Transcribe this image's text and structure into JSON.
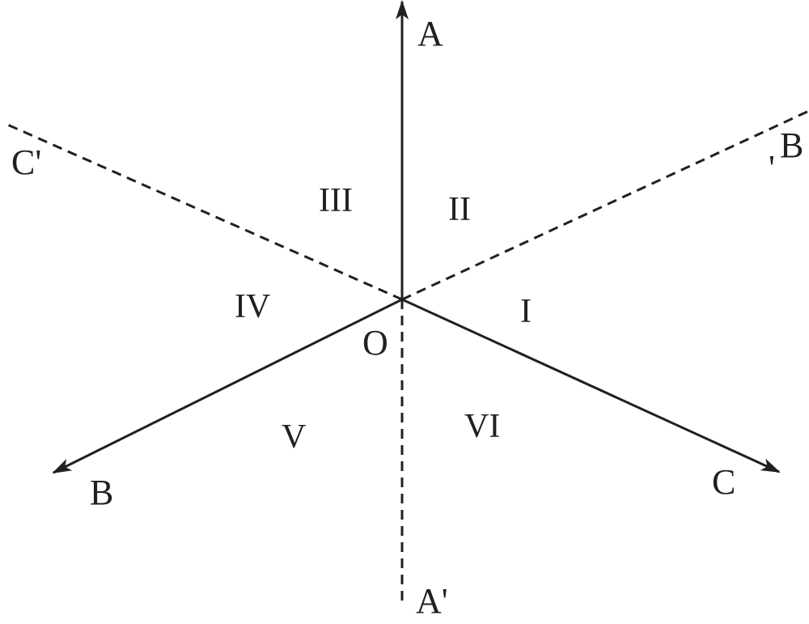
{
  "colors": {
    "ink": "#231f20",
    "background": "#ffffff"
  },
  "axes": [
    {
      "id": "A",
      "label": "A",
      "style": "solid",
      "arrow": true
    },
    {
      "id": "B",
      "label": "B",
      "style": "solid",
      "arrow": true
    },
    {
      "id": "C",
      "label": "C",
      "style": "solid",
      "arrow": true
    },
    {
      "id": "A-prime",
      "label": "A'",
      "style": "dashed",
      "arrow": false
    },
    {
      "id": "B-prime",
      "label": "B",
      "prime_mark": "'",
      "style": "dashed",
      "arrow": false
    },
    {
      "id": "C-prime",
      "label": "C'",
      "style": "dashed",
      "arrow": false
    }
  ],
  "origin": {
    "label": "O"
  },
  "regions": [
    "I",
    "II",
    "III",
    "IV",
    "V",
    "VI"
  ]
}
